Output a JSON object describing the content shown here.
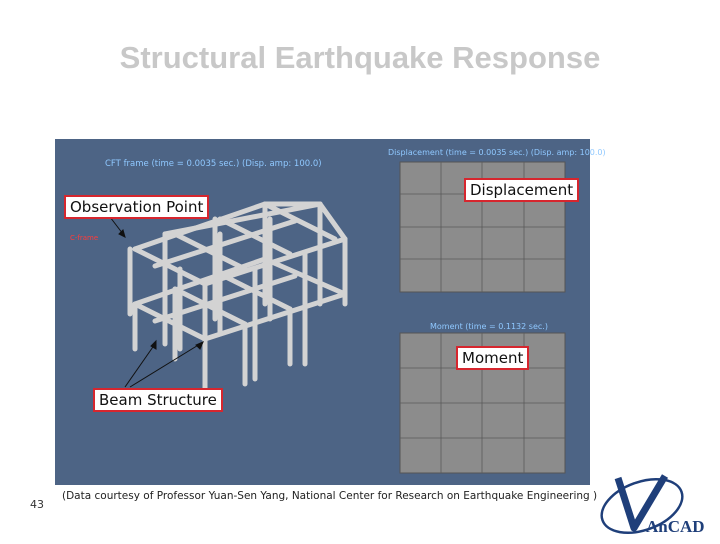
{
  "slide": {
    "title": "Structural Earthquake Response",
    "page_number": "43",
    "footer_note": "(Data courtesy of Professor Yuan-Sen Yang, National Center for Research on Earthquake Engineering )"
  },
  "panel": {
    "frame_caption": "CFT frame (time =      0.0035 sec.) (Disp. amp: 100.0)",
    "disp_caption": "Displacement (time =      0.0035 sec.) (Disp. amp: 100.0)",
    "moment_caption": "Moment (time =      0.1132 sec.)",
    "red_tag": "C-frame"
  },
  "callouts": {
    "observation_point": "Observation Point",
    "displacement": "Displacement",
    "moment": "Moment",
    "beam_structure": "Beam Structure"
  },
  "logo": {
    "text": "AnCAD"
  },
  "colors": {
    "panel_bg": "#4d6485",
    "grid_bg": "#8c8c8c",
    "beam": "#d3d3d3",
    "callout_border": "#d6262e",
    "title": "#c8c8c8",
    "logo_blue": "#1f3f7a"
  }
}
